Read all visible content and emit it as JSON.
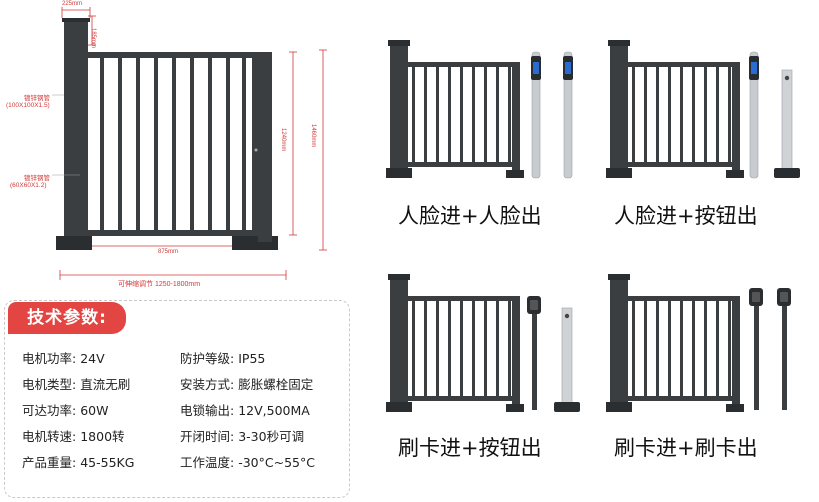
{
  "drawing": {
    "post_width": "225mm",
    "post_extra_height": "185mm",
    "gate_height": "1240mm",
    "total_height": "1460mm",
    "opening_width": "875mm",
    "adjustable_width": "可伸缩调节 1250-1800mm",
    "pipe_large_label": "镀锌钢管",
    "pipe_large_size": "(100X100X1.5)",
    "pipe_small_label": "镀锌钢管",
    "pipe_small_size": "(60X60X1.2)"
  },
  "specs": {
    "title": "技术参数:",
    "rows": [
      {
        "label": "电机功率:",
        "value": "24V"
      },
      {
        "label": "电机类型:",
        "value": "直流无刷"
      },
      {
        "label": "可达功率:",
        "value": "60W"
      },
      {
        "label": "电机转速:",
        "value": "1800转"
      },
      {
        "label": "产品重量:",
        "value": "45-55KG"
      },
      {
        "label": "防护等级:",
        "value": "IP55"
      },
      {
        "label": "安装方式:",
        "value": "膨胀螺栓固定"
      },
      {
        "label": "电锁输出:",
        "value": "12V,500MA"
      },
      {
        "label": "开闭时间:",
        "value": "3-30秒可调"
      },
      {
        "label": "工作温度:",
        "value": "-30°C~55°C"
      }
    ]
  },
  "variants": [
    {
      "caption": "人脸进+人脸出"
    },
    {
      "caption": "人脸进+按钮出"
    },
    {
      "caption": "刷卡进+按钮出"
    },
    {
      "caption": "刷卡进+刷卡出"
    }
  ],
  "colors": {
    "gate_frame": "#3a3e41",
    "spec_tab": "#e24542",
    "dimension": "#d23a3a",
    "steel": "#c8ccd0"
  }
}
